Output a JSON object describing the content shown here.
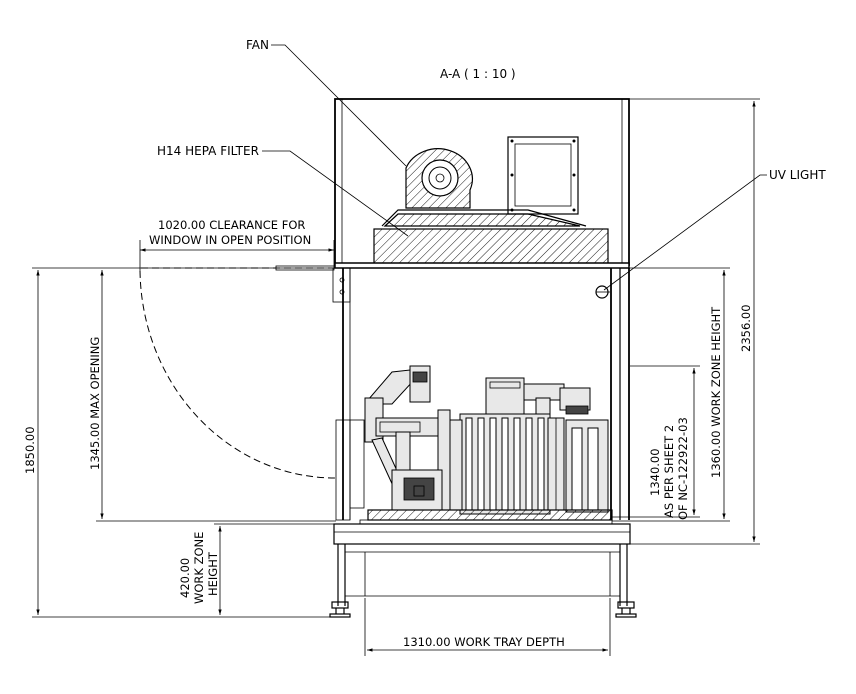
{
  "section_title": "A-A ( 1 : 10 )",
  "callouts": {
    "fan": "FAN",
    "hepa": "H14 HEPA FILTER",
    "uv": "UV LIGHT"
  },
  "clearance": {
    "line1": "1020.00 CLEARANCE FOR",
    "line2": "WINDOW IN OPEN POSITION"
  },
  "dimensions": {
    "max_opening": "1345.00 MAX OPENING",
    "overall_height_1850": "1850.00",
    "work_zone_420_line1": "420.00",
    "work_zone_420_line2": "WORK ZONE",
    "work_zone_420_line3": "HEIGHT",
    "sheet_ref_line1": "1340.00",
    "sheet_ref_line2": "AS PER SHEET 2",
    "sheet_ref_line3": "OF NC-122922-03",
    "work_zone_1360": "1360.00 WORK ZONE HEIGHT",
    "total_height": "2356.00",
    "tray_depth": "1310.00 WORK TRAY DEPTH"
  }
}
